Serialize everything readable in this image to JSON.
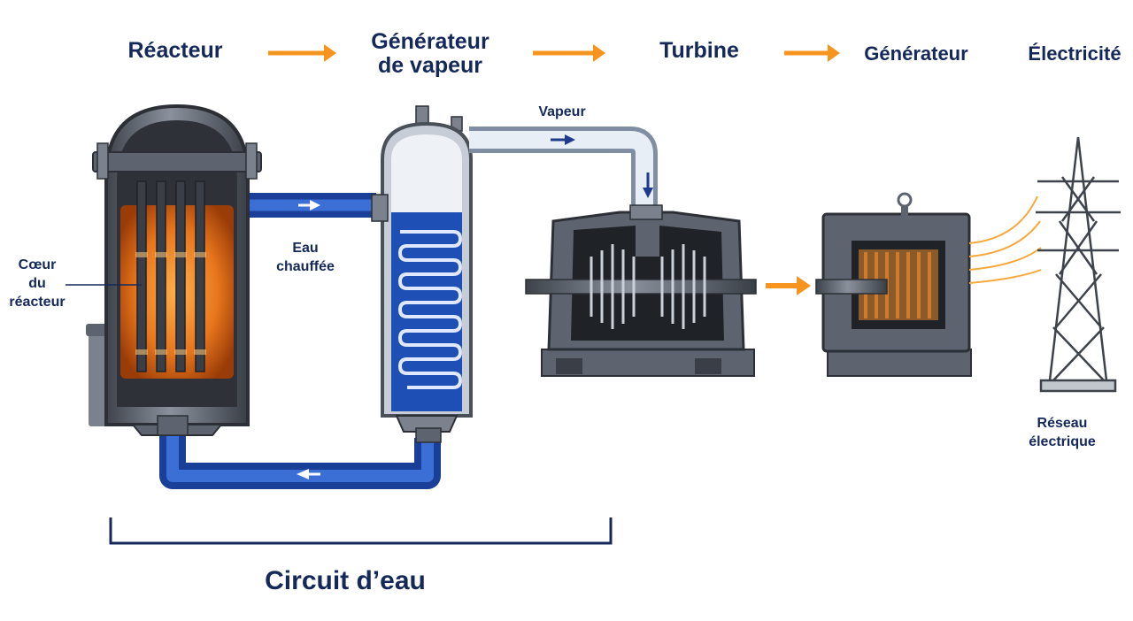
{
  "header": {
    "stages": [
      {
        "line1": "Réacteur",
        "line2": ""
      },
      {
        "line1": "Générateur",
        "line2": "de vapeur"
      },
      {
        "line1": "Turbine",
        "line2": ""
      },
      {
        "line1": "Générateur",
        "line2": ""
      },
      {
        "line1": "Électricité",
        "line2": ""
      }
    ]
  },
  "labels": {
    "core": {
      "line1": "Cœur",
      "line2": "du",
      "line3": "réacteur"
    },
    "heated_water": {
      "line1": "Eau",
      "line2": "chauffée"
    },
    "steam": "Vapeur",
    "grid": {
      "line1": "Réseau",
      "line2": "électrique"
    },
    "circuit": "Circuit d’eau"
  },
  "colors": {
    "navy": "#14285a",
    "accent_orange": "#f7941d",
    "water_blue": "#1e4fb4",
    "core_glow": "#e8761c",
    "steel": "#5d6470"
  }
}
